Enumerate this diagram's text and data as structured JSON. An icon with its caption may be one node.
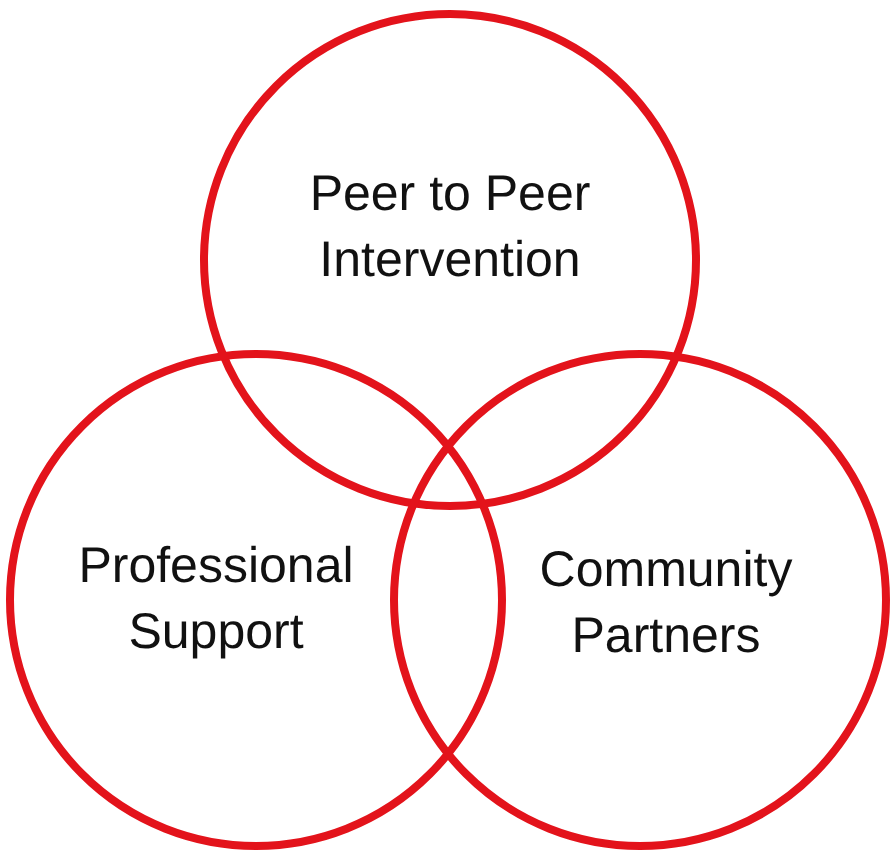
{
  "diagram": {
    "nodes": [
      {
        "text": [
          "Peer to Peer Intervention"
        ]
      },
      {
        "text": [
          "Professional Support"
        ]
      },
      {
        "text": [
          "Community Partners"
        ]
      }
    ]
  }
}
